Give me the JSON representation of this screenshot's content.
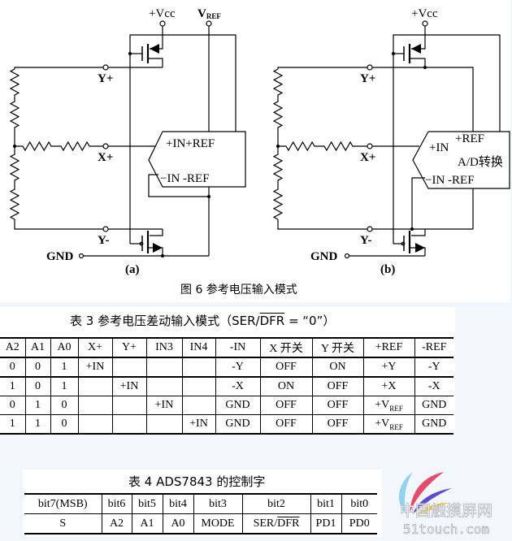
{
  "figure": {
    "caption": "图 6    参考电压输入模式",
    "a": {
      "vcc": "+Vcc",
      "vref": "V",
      "vref_sub": "REF",
      "yplus": "Y+",
      "xplus": "X+",
      "yminus": "Y-",
      "gnd": "GND",
      "box_top": "+IN+REF",
      "box_bottom": "−IN  -REF",
      "label": "(a)"
    },
    "b": {
      "vcc": "+Vcc",
      "yplus": "Y+",
      "xplus": "X+",
      "yminus": "Y-",
      "gnd": "GND",
      "in_plus": "+IN",
      "ref_plus": "+REF",
      "adc": "A/D转换",
      "box_bottom": "−IN  -REF",
      "label": "(b)"
    }
  },
  "table3": {
    "title_prefix": "表 3    参考电压差动输入模式（SER/",
    "title_overline": "DFR",
    "title_suffix": " = “0”）",
    "headers": [
      "A2",
      "A1",
      "A0",
      "X+",
      "Y+",
      "IN3",
      "IN4",
      "-IN",
      "X 开关",
      "Y 开关",
      "+REF",
      "-REF"
    ],
    "rows": [
      [
        "0",
        "0",
        "1",
        "+IN",
        "",
        "",
        "",
        "-Y",
        "OFF",
        "ON",
        "+Y",
        "-Y"
      ],
      [
        "1",
        "0",
        "1",
        "",
        "+IN",
        "",
        "",
        "-X",
        "ON",
        "OFF",
        "+X",
        "-X"
      ],
      [
        "0",
        "1",
        "0",
        "",
        "",
        "+IN",
        "",
        "GND",
        "OFF",
        "OFF",
        "+V",
        "GND"
      ],
      [
        "1",
        "1",
        "0",
        "",
        "",
        "",
        "+IN",
        "GND",
        "OFF",
        "OFF",
        "+V",
        "GND"
      ]
    ],
    "vref_sub": "REF"
  },
  "table4": {
    "title": "表 4    ADS7843 的控制字",
    "headers": [
      "bit7(MSB)",
      "bit6",
      "bit5",
      "bit4",
      "bit3",
      "bit2",
      "bit1",
      "bit0"
    ],
    "row": [
      "S",
      "A2",
      "A1",
      "A0",
      "MODE",
      "SER/",
      "PD1",
      "PD0"
    ],
    "bit2_overline": "DFR"
  },
  "watermark": {
    "line1": "中国触摸屏网",
    "line2": "51touch.com"
  },
  "colors": {
    "background": "#f3f6fb",
    "panel": "#ffffff",
    "ink": "#000000"
  }
}
